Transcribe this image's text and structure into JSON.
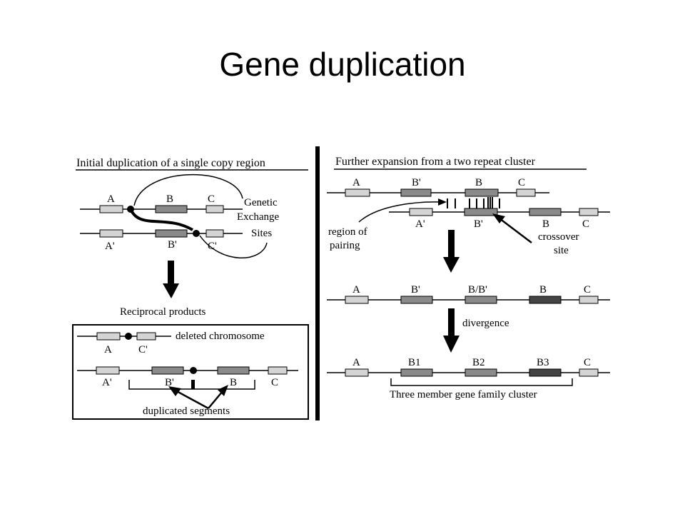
{
  "slide": {
    "title": "Gene duplication"
  },
  "colors": {
    "light_gene": "#d4d4d4",
    "mid_gene": "#8a8a8a",
    "dark_gene": "#444444",
    "line": "#000000"
  },
  "left_panel": {
    "heading": "Initial duplication of a single copy region",
    "labels": {
      "a": "A",
      "b": "B",
      "c": "C",
      "a_prime": "A'",
      "b_prime": "B'",
      "c_prime": "C'",
      "genetic": "Genetic",
      "exchange": "Exchange",
      "sites": "Sites",
      "reciprocal_products": "Reciprocal products"
    },
    "products": {
      "a": "A",
      "c_prime": "C'",
      "deleted_chromosome": "deleted chromosome",
      "a_prime": "A'",
      "b_prime": "B'",
      "b": "B",
      "c": "C",
      "duplicated_segments": "duplicated segments"
    }
  },
  "right_panel": {
    "heading": "Further expansion from a two repeat cluster",
    "top_labels": {
      "a": "A",
      "b_prime": "B'",
      "b": "B",
      "c": "C"
    },
    "second_labels": {
      "a_prime": "A'",
      "b_prime": "B'",
      "b": "B",
      "c": "C"
    },
    "region_of": "region of",
    "pairing": "pairing",
    "crossover": "crossover",
    "site": "site",
    "middle_labels": {
      "a": "A",
      "b_prime": "B'",
      "b_b_prime": "B/B'",
      "b": "B",
      "c": "C"
    },
    "divergence": "divergence",
    "final_labels": {
      "a": "A",
      "b1": "B1",
      "b2": "B2",
      "b3": "B3",
      "c": "C"
    },
    "cluster_label": "Three member gene family cluster"
  }
}
